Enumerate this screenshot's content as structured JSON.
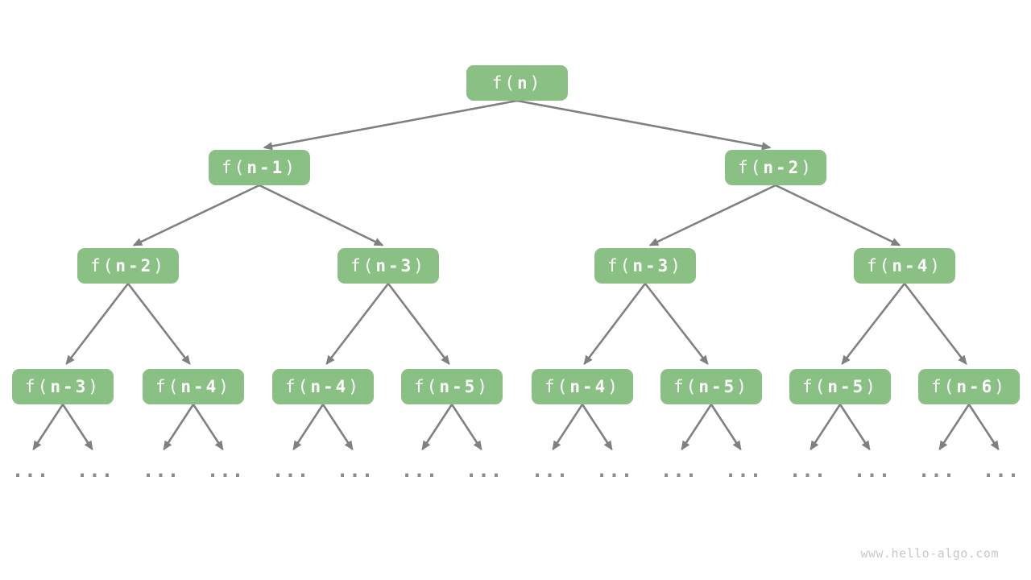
{
  "diagram": {
    "description": "recursion-tree",
    "ellipsis": "...",
    "watermark": "www.hello-algo.com",
    "colors": {
      "background": "#FFFFFF",
      "node_fill": "#8BC084",
      "node_text": "#FFFFFF",
      "arrow": "#808080",
      "ellipsis": "#8A8A8A",
      "watermark": "#C8C8C8"
    },
    "nodes": [
      {
        "label": "f(n)",
        "pre": "f(",
        "arg": "n",
        "post": ")",
        "level": 1
      },
      {
        "label": "f(n-1)",
        "pre": "f(",
        "arg": "n-1",
        "post": ")",
        "level": 2
      },
      {
        "label": "f(n-2)",
        "pre": "f(",
        "arg": "n-2",
        "post": ")",
        "level": 2
      },
      {
        "label": "f(n-2)",
        "pre": "f(",
        "arg": "n-2",
        "post": ")",
        "level": 3
      },
      {
        "label": "f(n-3)",
        "pre": "f(",
        "arg": "n-3",
        "post": ")",
        "level": 3
      },
      {
        "label": "f(n-3)",
        "pre": "f(",
        "arg": "n-3",
        "post": ")",
        "level": 3
      },
      {
        "label": "f(n-4)",
        "pre": "f(",
        "arg": "n-4",
        "post": ")",
        "level": 3
      },
      {
        "label": "f(n-3)",
        "pre": "f(",
        "arg": "n-3",
        "post": ")",
        "level": 4
      },
      {
        "label": "f(n-4)",
        "pre": "f(",
        "arg": "n-4",
        "post": ")",
        "level": 4
      },
      {
        "label": "f(n-4)",
        "pre": "f(",
        "arg": "n-4",
        "post": ")",
        "level": 4
      },
      {
        "label": "f(n-5)",
        "pre": "f(",
        "arg": "n-5",
        "post": ")",
        "level": 4
      },
      {
        "label": "f(n-4)",
        "pre": "f(",
        "arg": "n-4",
        "post": ")",
        "level": 4
      },
      {
        "label": "f(n-5)",
        "pre": "f(",
        "arg": "n-5",
        "post": ")",
        "level": 4
      },
      {
        "label": "f(n-5)",
        "pre": "f(",
        "arg": "n-5",
        "post": ")",
        "level": 4
      },
      {
        "label": "f(n-6)",
        "pre": "f(",
        "arg": "n-6",
        "post": ")",
        "level": 4
      }
    ],
    "edges": [
      [
        0,
        1
      ],
      [
        0,
        2
      ],
      [
        1,
        3
      ],
      [
        1,
        4
      ],
      [
        2,
        5
      ],
      [
        2,
        6
      ],
      [
        3,
        7
      ],
      [
        3,
        8
      ],
      [
        4,
        9
      ],
      [
        4,
        10
      ],
      [
        5,
        11
      ],
      [
        5,
        12
      ],
      [
        6,
        13
      ],
      [
        6,
        14
      ]
    ],
    "leaf_children_per_level4_node": 2
  }
}
